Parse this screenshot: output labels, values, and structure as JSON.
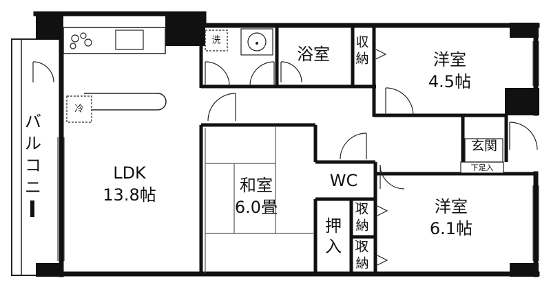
{
  "rooms": {
    "ldk_name": "LDK",
    "ldk_size": "13.8帖",
    "washitsu_name": "和室",
    "washitsu_size": "6.0畳",
    "yoshitsu_north_name": "洋室",
    "yoshitsu_north_size": "4.5帖",
    "yoshitsu_south_name": "洋室",
    "yoshitsu_south_size": "6.1帖",
    "bath": "浴室",
    "wc": "WC",
    "entrance": "玄関"
  },
  "fixtures": {
    "washer": "洗",
    "fridge": "冷",
    "shoe_storage": "下足入",
    "closet_top": "収納",
    "closet_mid": "収納",
    "closet_bottom": "収納",
    "oshiire": "押入"
  },
  "balcony": "バルコニー"
}
